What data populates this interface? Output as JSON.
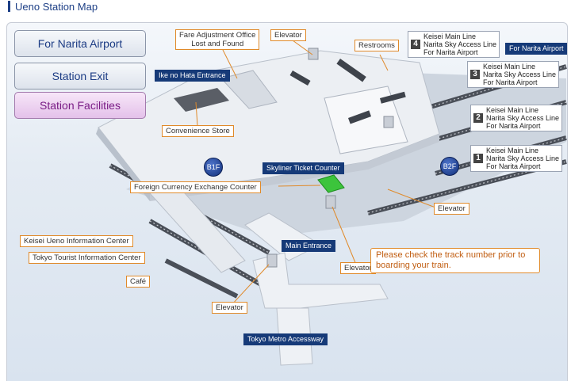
{
  "page": {
    "title": "Ueno Station Map"
  },
  "buttons": {
    "narita": "For Narita Airport",
    "exit": "Station Exit",
    "facilities": "Station Facilities"
  },
  "labels": {
    "fare_adjustment": "Fare Adjustment Office\nLost and Found",
    "elevator_top": "Elevator",
    "restrooms": "Restrooms",
    "ike_no_hata": "Ike no Hata Entrance",
    "convenience_store": "Convenience Store",
    "skyliner_ticket": "Skyliner Ticket Counter",
    "foreign_currency": "Foreign Currency Exchange Counter",
    "elevator_right": "Elevator",
    "keisei_info": "Keisei Ueno Information Center",
    "tokyo_tourist": "Tokyo Tourist Information Center",
    "main_entrance": "Main Entrance",
    "elevator_center": "Elevator",
    "cafe": "Café",
    "elevator_bottom": "Elevator",
    "metro_accessway": "Tokyo Metro Accessway",
    "for_narita_tag": "For Narita Airport"
  },
  "tracks": [
    {
      "number": "4",
      "lines": [
        "Keisei Main Line",
        "Narita Sky Access Line",
        "For Narita Airport"
      ]
    },
    {
      "number": "3",
      "lines": [
        "Keisei Main Line",
        "Narita Sky Access Line",
        "For Narita Airport"
      ]
    },
    {
      "number": "2",
      "lines": [
        "Keisei Main Line",
        "Narita Sky Access Line",
        "For Narita Airport"
      ]
    },
    {
      "number": "1",
      "lines": [
        "Keisei Main Line",
        "Narita Sky Access Line",
        "For Narita Airport"
      ]
    }
  ],
  "floors": {
    "b1": "B1F",
    "b2": "B2F"
  },
  "notice": "Please check the track number prior to\nboarding your train.",
  "colors": {
    "brand": "#1d3f86",
    "accent": "#e08a2a",
    "highlight": "#3cc43c"
  }
}
